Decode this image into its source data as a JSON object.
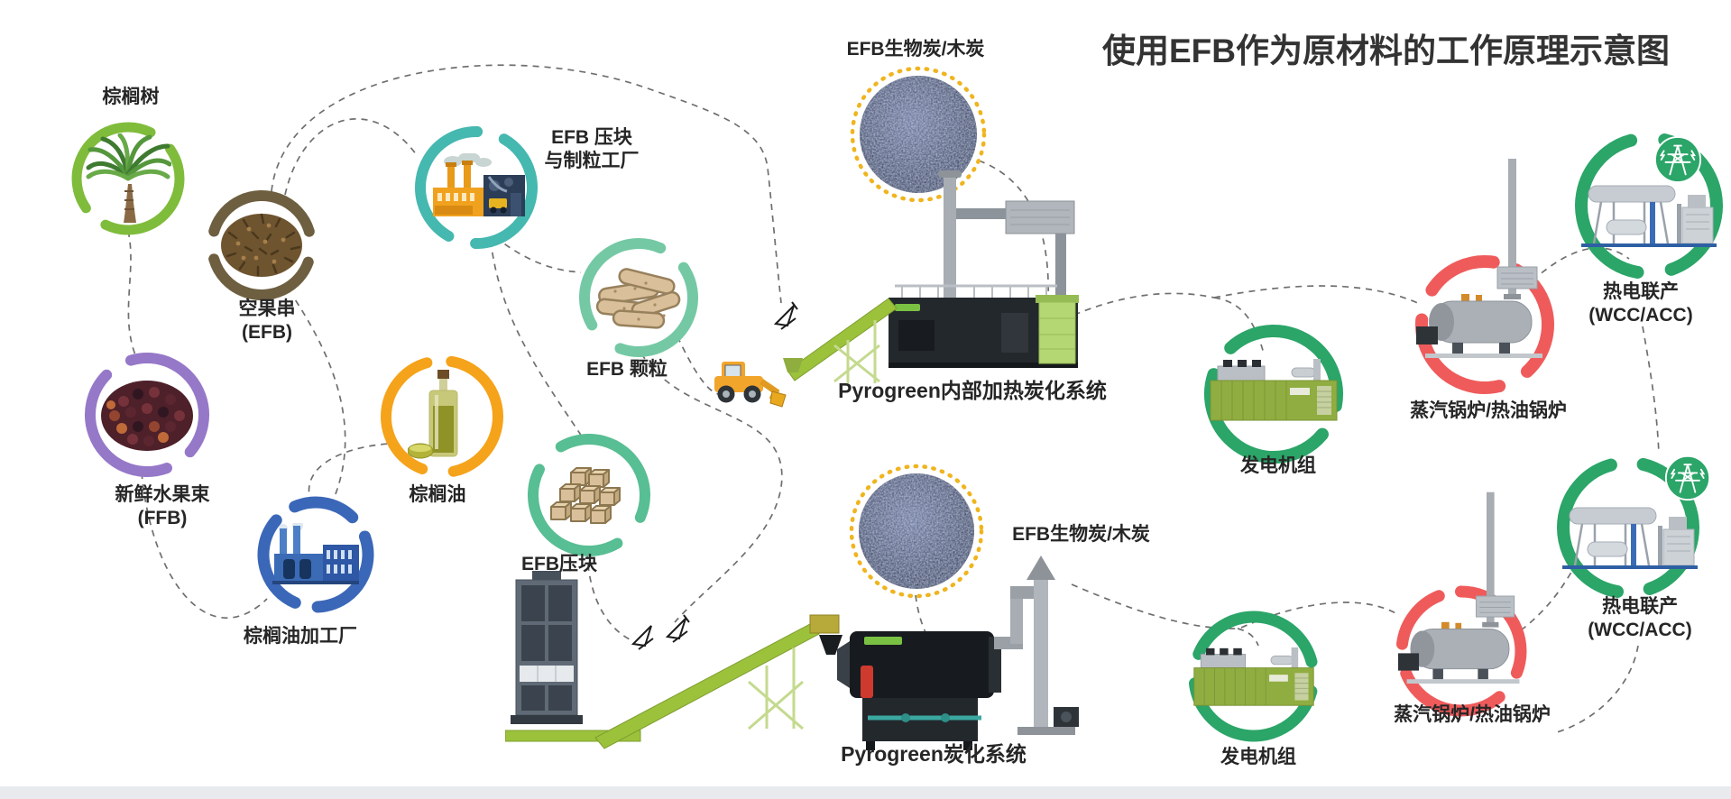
{
  "title": "使用EFB作为原材料的工作原理示意图",
  "nodes": {
    "palm_tree": {
      "label": "棕榈树"
    },
    "efb_bunch": {
      "line1": "空果串",
      "line2": "(EFB)"
    },
    "ffb": {
      "line1": "新鲜水果束",
      "line2": "(FFB)"
    },
    "palm_oil_mill": {
      "label": "棕榈油加工厂"
    },
    "palm_oil": {
      "label": "棕榈油"
    },
    "briquette_pellet_plant": {
      "line1": "EFB 压块",
      "line2": "与制粒工厂"
    },
    "efb_pellets": {
      "label": "EFB 颗粒"
    },
    "efb_briquettes": {
      "label": "EFB压块"
    },
    "biochar_top": {
      "label": "EFB生物炭/木炭"
    },
    "pyrogreen_internal_system": {
      "label": "Pyrogreen内部加热炭化系统"
    },
    "genset_top": {
      "label": "发电机组"
    },
    "boiler_top": {
      "label": "蒸汽锅炉/热油锅炉"
    },
    "chp_top": {
      "line1": "热电联产",
      "line2": "(WCC/ACC)"
    },
    "biochar_bottom": {
      "label": "EFB生物炭/木炭"
    },
    "pyrogreen_system": {
      "label": "Pyrogreen炭化系统"
    },
    "genset_bottom": {
      "label": "发电机组"
    },
    "boiler_bottom": {
      "label": "蒸汽锅炉/热油锅炉"
    },
    "chp_bottom": {
      "line1": "热电联产",
      "line2": "(WCC/ACC)"
    }
  },
  "colors": {
    "palm_green": "#7fbc3b",
    "efb_brown": "#6e5f41",
    "ffb_purple": "#9678c8",
    "mill_blue": "#3b67b8",
    "oil_orange": "#f5a31a",
    "plant_teal": "#45b8b0",
    "pellets_mint": "#74c9a4",
    "briquettes_green": "#58be93",
    "biochar_yellow": "#f0b41e",
    "power_green": "#2ba568",
    "boiler_red": "#ef5b5b",
    "connector_gray": "#6f6f6f"
  }
}
